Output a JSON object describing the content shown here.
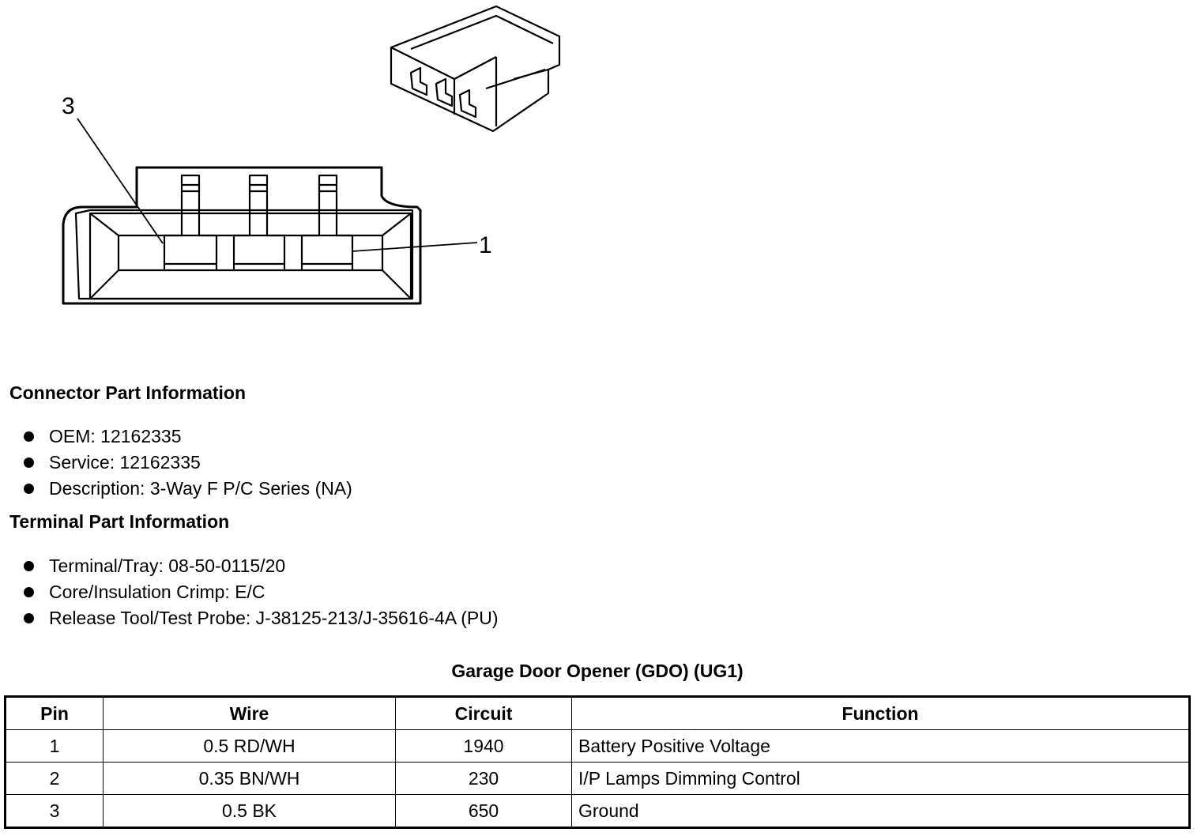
{
  "diagram": {
    "callouts": [
      "3",
      "1"
    ]
  },
  "connector_part_info": {
    "title": "Connector Part Information",
    "items": [
      "OEM: 12162335",
      "Service: 12162335",
      "Description: 3-Way F P/C Series (NA)"
    ]
  },
  "terminal_part_info": {
    "title": "Terminal Part Information",
    "items": [
      "Terminal/Tray: 08-50-0115/20",
      "Core/Insulation Crimp: E/C",
      "Release Tool/Test Probe: J-38125-213/J-35616-4A (PU)"
    ]
  },
  "pin_table": {
    "title": "Garage Door Opener (GDO) (UG1)",
    "headers": [
      "Pin",
      "Wire",
      "Circuit",
      "Function"
    ],
    "rows": [
      [
        "1",
        "0.5 RD/WH",
        "1940",
        "Battery Positive Voltage"
      ],
      [
        "2",
        "0.35 BN/WH",
        "230",
        "I/P Lamps Dimming Control"
      ],
      [
        "3",
        "0.5 BK",
        "650",
        "Ground"
      ]
    ]
  }
}
